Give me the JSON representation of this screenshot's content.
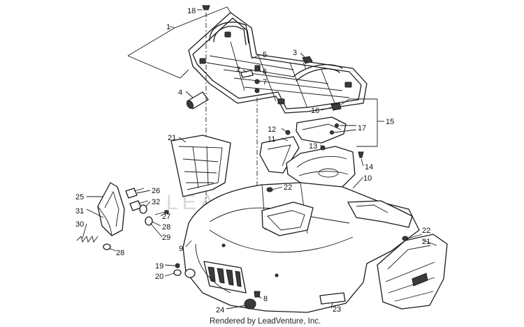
{
  "diagram": {
    "callouts": [
      {
        "id": "c1",
        "label": "1"
      },
      {
        "id": "c2",
        "label": "2"
      },
      {
        "id": "c3",
        "label": "3"
      },
      {
        "id": "c4",
        "label": "4"
      },
      {
        "id": "c5",
        "label": "5"
      },
      {
        "id": "c6",
        "label": "6"
      },
      {
        "id": "c7",
        "label": "7"
      },
      {
        "id": "c8",
        "label": "8"
      },
      {
        "id": "c9",
        "label": "9"
      },
      {
        "id": "c10",
        "label": "10"
      },
      {
        "id": "c11",
        "label": "11"
      },
      {
        "id": "c12",
        "label": "12"
      },
      {
        "id": "c13",
        "label": "13"
      },
      {
        "id": "c14",
        "label": "14"
      },
      {
        "id": "c15",
        "label": "15"
      },
      {
        "id": "c16",
        "label": "16"
      },
      {
        "id": "c17",
        "label": "17"
      },
      {
        "id": "c18",
        "label": "18"
      },
      {
        "id": "c19",
        "label": "19"
      },
      {
        "id": "c20",
        "label": "20"
      },
      {
        "id": "c21a",
        "label": "21"
      },
      {
        "id": "c21b",
        "label": "21"
      },
      {
        "id": "c22a",
        "label": "22"
      },
      {
        "id": "c22b",
        "label": "22"
      },
      {
        "id": "c23",
        "label": "23"
      },
      {
        "id": "c24",
        "label": "24"
      },
      {
        "id": "c25",
        "label": "25"
      },
      {
        "id": "c26",
        "label": "26"
      },
      {
        "id": "c27",
        "label": "27"
      },
      {
        "id": "c28a",
        "label": "28"
      },
      {
        "id": "c28b",
        "label": "28"
      },
      {
        "id": "c29",
        "label": "29"
      },
      {
        "id": "c30",
        "label": "30"
      },
      {
        "id": "c31",
        "label": "31"
      },
      {
        "id": "c32",
        "label": "32"
      }
    ],
    "footer": "Rendered by LeadVenture, Inc.",
    "watermark": "LEADVENTURE"
  }
}
